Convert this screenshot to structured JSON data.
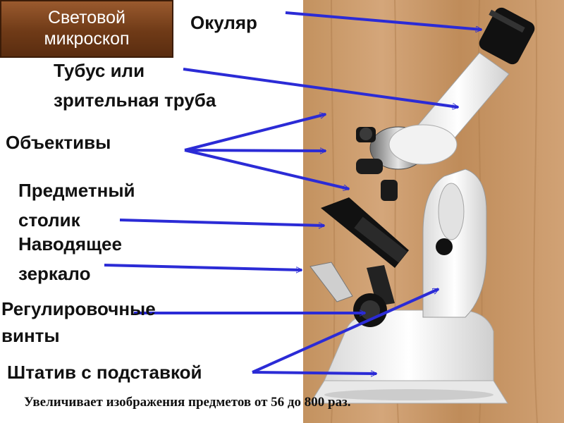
{
  "title": {
    "line1": "Световой",
    "line2": "микроскоп"
  },
  "labels": {
    "eyepiece": "Окуляр",
    "tube_line1": "Тубус или",
    "tube_line2": "зрительная труба",
    "objectives": "Объективы",
    "stage_line1": "Предметный",
    "stage_line2": "столик",
    "mirror_line1": "Наводящее",
    "mirror_line2": "зеркало",
    "screws_line1": "Регулировочные",
    "screws_line2": "винты",
    "stand": "Штатив с подставкой"
  },
  "caption": "Увеличивает изображения предметов от 56 до 800 раз.",
  "colors": {
    "arrow": "#2b2bd6",
    "title_bg": "#7a4019",
    "wood": "#c99a6c"
  }
}
